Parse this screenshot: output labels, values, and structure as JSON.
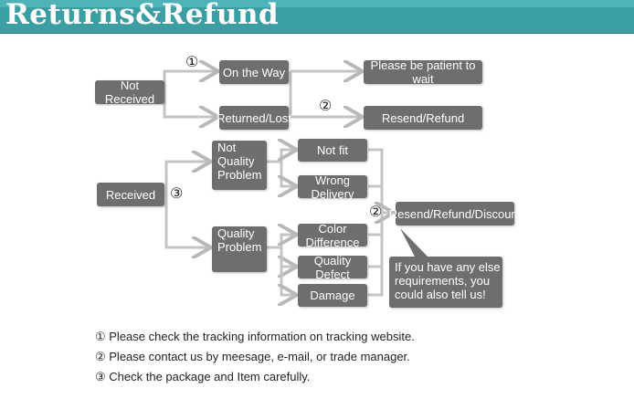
{
  "header": {
    "title": "Returns&Refund"
  },
  "flow": {
    "not_received": "Not Received",
    "on_the_way": "On the Way",
    "patient": "Please be patient to wait",
    "returned_lost": "Returned/Lost",
    "resend_refund": "Resend/Refund",
    "received": "Received",
    "not_quality_1": "Not",
    "not_quality_2": "Quality",
    "not_quality_3": "Problem",
    "quality_1": "Quality",
    "quality_2": "Problem",
    "not_fit": "Not fit",
    "wrong_delivery": "Wrong Delivery",
    "color_difference": "Color Difference",
    "quality_defect": "Quality Defect",
    "damage": "Damage",
    "resend_refund_discount": "Resend/Refund/Discount",
    "bubble": "If you have any else requirements, you could also tell us!"
  },
  "markers": {
    "one": "①",
    "two": "②",
    "three": "③"
  },
  "notes": [
    "① Please check the tracking information on tracking website.",
    "② Please contact us by meesage, e-mail, or trade manager.",
    "③ Check the package and Item carefully."
  ]
}
